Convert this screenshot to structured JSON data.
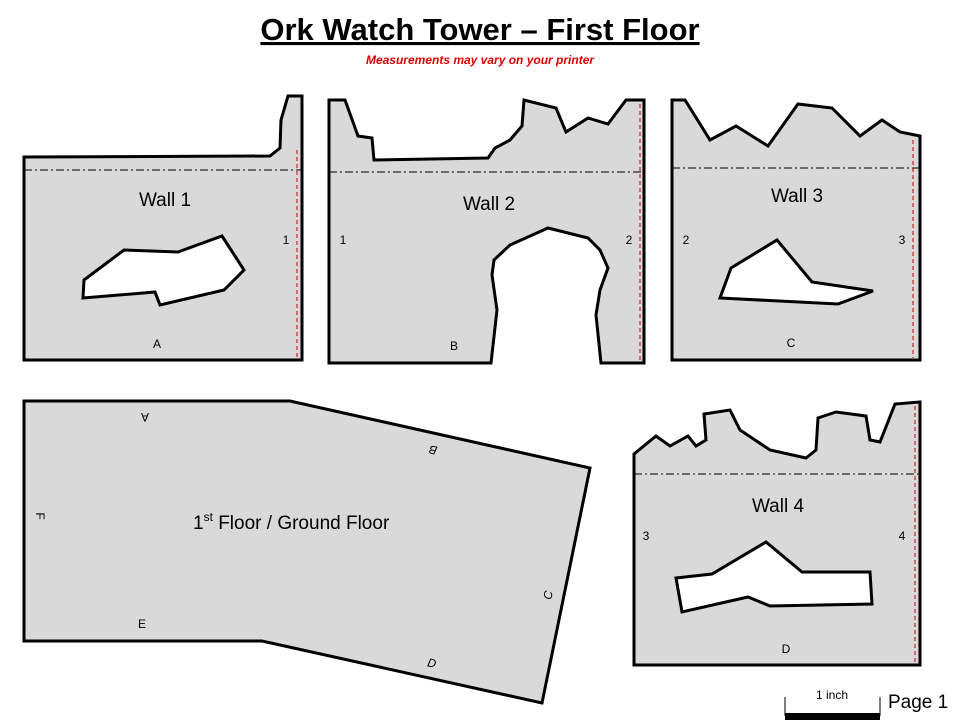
{
  "header": {
    "title": "Ork Watch Tower – First Floor",
    "subtitle": "Measurements may vary on your printer"
  },
  "walls": [
    {
      "name": "Wall 1",
      "left": "",
      "right": "1",
      "bottom": "A"
    },
    {
      "name": "Wall 2",
      "left": "1",
      "right": "2",
      "bottom": "B"
    },
    {
      "name": "Wall 3",
      "left": "2",
      "right": "3",
      "bottom": "C"
    },
    {
      "name": "Wall 4",
      "left": "3",
      "right": "4",
      "bottom": "D"
    }
  ],
  "floor": {
    "label_main": "1",
    "label_sup": "st",
    "label_rest": " Floor / Ground Floor",
    "edges": {
      "a": "A",
      "b": "B",
      "c": "C",
      "d": "D",
      "e": "E",
      "f": "F"
    }
  },
  "footer": {
    "scale_label": "1 inch",
    "page_label": "Page 1"
  },
  "colors": {
    "piece_fill": "#d9d9d9",
    "cut_line": "#c00000",
    "subtitle": "#e00000"
  }
}
